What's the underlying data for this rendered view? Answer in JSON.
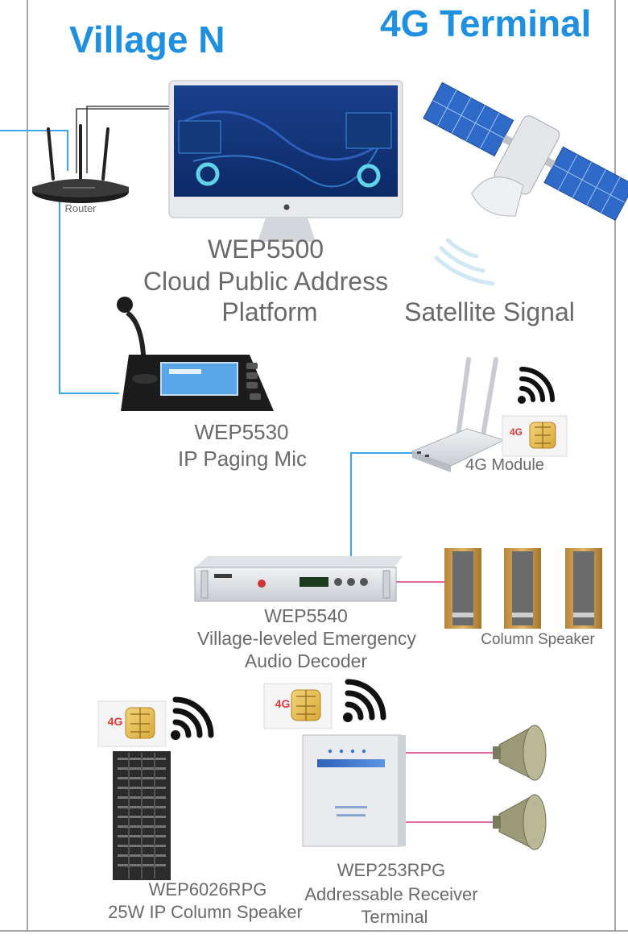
{
  "header": {
    "left_title": "Village N",
    "right_title": "4G Terminal"
  },
  "colors": {
    "accent_blue": "#1f8fe0",
    "link_blue": "#3aa6e6",
    "speaker_link": "#d63a8c",
    "label_gray": "#6a6a6a"
  },
  "router": {
    "label": "Router"
  },
  "platform": {
    "model": "WEP5500",
    "line1": "Cloud Public Address",
    "line2": "Platform"
  },
  "satellite": {
    "label": "Satellite Signal"
  },
  "paging_mic": {
    "model": "WEP5530",
    "desc": "IP Paging Mic"
  },
  "module_4g": {
    "label": "4G Module",
    "sim_text": "4G"
  },
  "decoder": {
    "model": "WEP5540",
    "line1": "Village-leveled Emergency",
    "line2": "Audio Decoder"
  },
  "column_speakers": {
    "label": "Column Speaker"
  },
  "ip_column_speaker": {
    "model": "WEP6026RPG",
    "desc": "25W IP Column Speaker",
    "sim_text": "4G"
  },
  "receiver": {
    "model": "WEP253RPG",
    "line1": "Addressable Receiver",
    "line2": "Terminal",
    "sim_text": "4G"
  }
}
